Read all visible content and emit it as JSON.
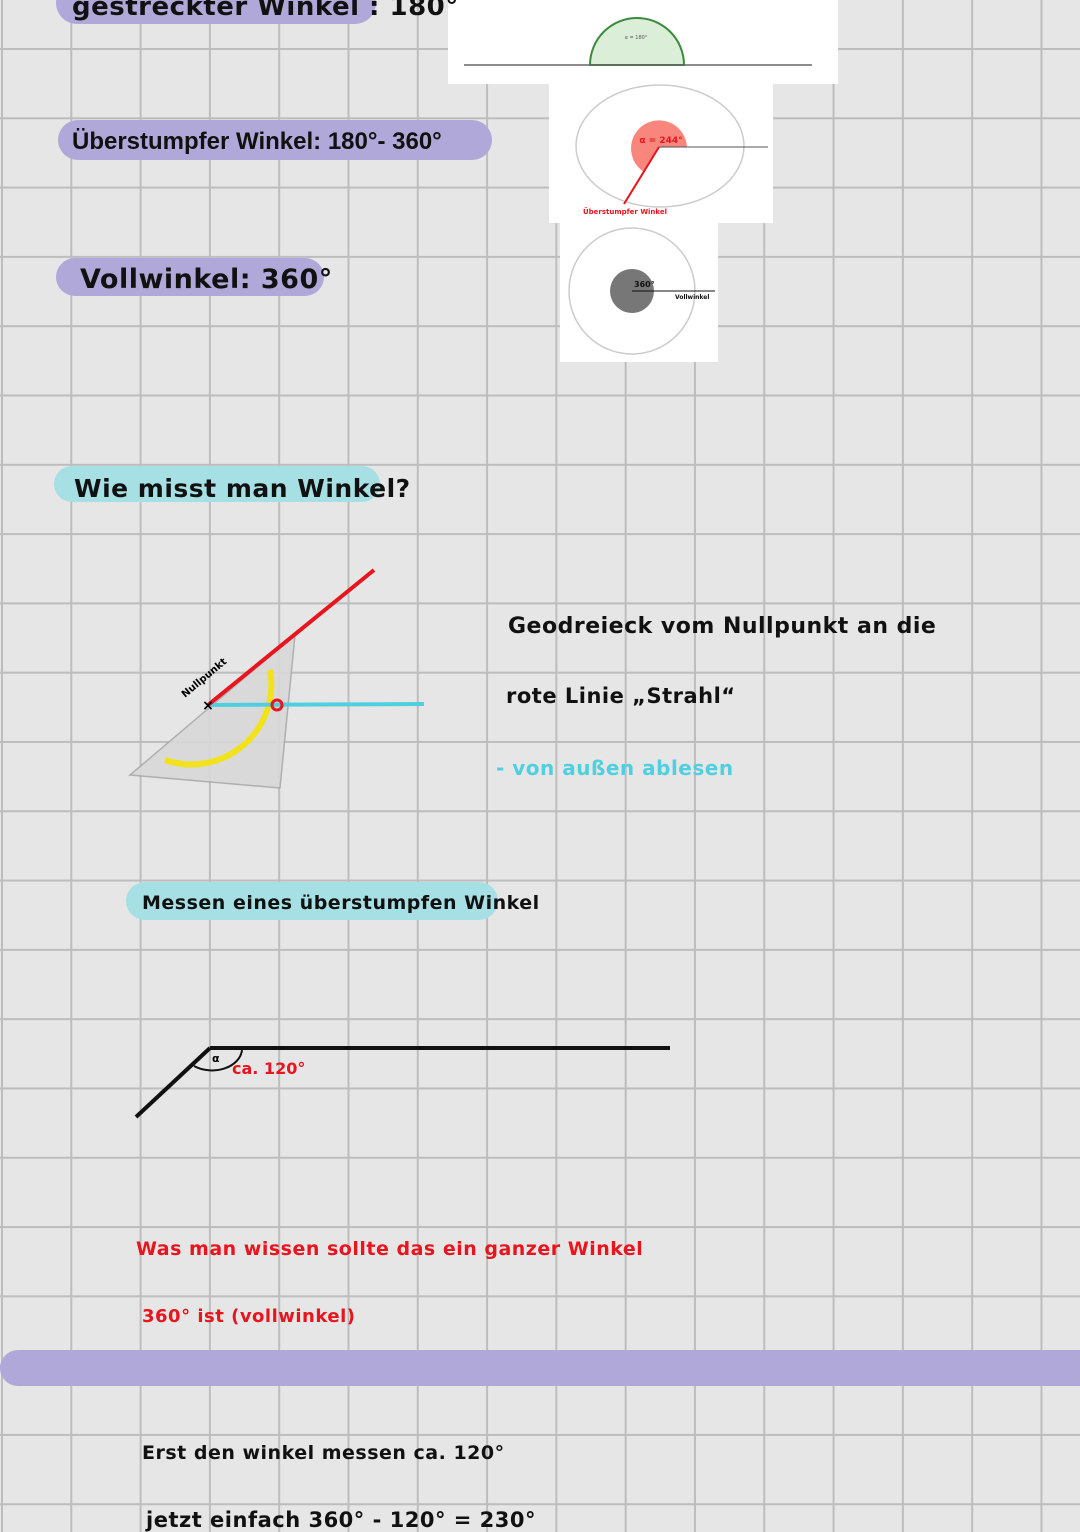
{
  "headings": {
    "straight": "gestreckter Winkel : 180°",
    "reflex": "Überstumpfer Winkel: 180°- 360°",
    "full": "Vollwinkel: 360°",
    "how": "Wie misst man Winkel?",
    "measure_reflex": "Messen eines überstumpfen Winkel"
  },
  "figures": {
    "straight_label": "α = 180°",
    "reflex_value": "α = 244°",
    "reflex_caption": "Überstumpfer Winkel",
    "full_value": "360°",
    "full_caption": "Vollwinkel"
  },
  "protractor": {
    "zero_label": "Nullpunkt"
  },
  "notes": {
    "line1": "Geodreieck vom Nullpunkt an die",
    "line2": "rote Linie „Strahl“",
    "line3": "- von außen ablesen"
  },
  "angle_sketch": {
    "label": "ca. 120°",
    "alpha": "α"
  },
  "important": {
    "line1": "Was man wissen sollte das ein ganzer  Winkel",
    "line2": "360° ist (vollwinkel)"
  },
  "steps": {
    "line1": "Erst den  winkel messen ca. 120°",
    "line2": "jetzt einfach 360° - 120° = 230°"
  },
  "colors": {
    "purple": "#b0a8d8",
    "cyan": "#a6e0e4",
    "red": "#e8141e",
    "blue": "#4fd0e0"
  }
}
